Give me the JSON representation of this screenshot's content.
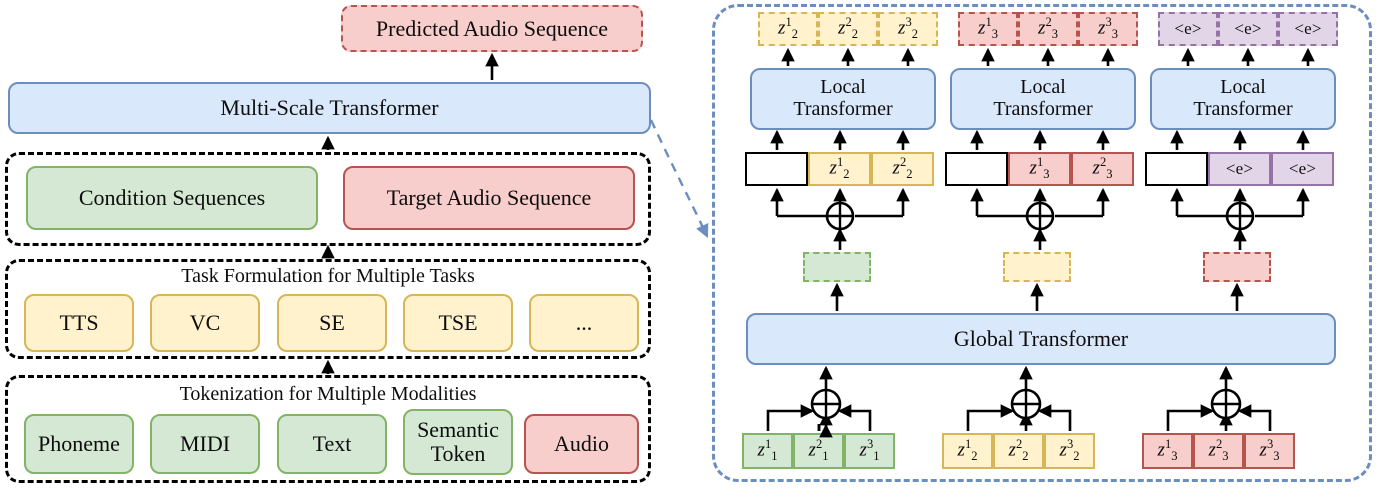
{
  "colors": {
    "green_fill": "#d5e8d4",
    "green_border": "#82b366",
    "red_fill": "#f8cecc",
    "red_border": "#b85450",
    "blue_fill": "#dae8fc",
    "blue_border": "#6c8ebf",
    "yellow_fill": "#fff2cc",
    "yellow_border": "#d6b656",
    "purple_fill": "#e1d5e7",
    "purple_border": "#9673a6",
    "black": "#000000",
    "white": "#ffffff"
  },
  "left": {
    "predicted_box": {
      "label": "Predicted Audio Sequence"
    },
    "multiscale_box": {
      "label": "Multi-Scale Transformer"
    },
    "sequence_group": {
      "items": [
        {
          "label": "Condition Sequences",
          "color": "green"
        },
        {
          "label": "Target Audio Sequence",
          "color": "red"
        }
      ]
    },
    "task_group": {
      "title": "Task Formulation for Multiple Tasks",
      "items": [
        {
          "label": "TTS"
        },
        {
          "label": "VC"
        },
        {
          "label": "SE"
        },
        {
          "label": "TSE"
        },
        {
          "label": "..."
        }
      ]
    },
    "token_group": {
      "title": "Tokenization for Multiple Modalities",
      "items": [
        {
          "label": "Phoneme",
          "color": "green"
        },
        {
          "label": "MIDI",
          "color": "green"
        },
        {
          "label": "Text",
          "color": "green"
        },
        {
          "label": "Semantic Token",
          "color": "green"
        },
        {
          "label": "Audio",
          "color": "red"
        }
      ]
    }
  },
  "right": {
    "global_transformer": {
      "label": "Global Transformer"
    },
    "local_transformer_label_line1": "Local",
    "local_transformer_label_line2": "Transformer",
    "columns": [
      {
        "id": "col1",
        "output_tokens": [
          {
            "base": "z",
            "sub": "2",
            "sup": "1"
          },
          {
            "base": "z",
            "sub": "2",
            "sup": "2"
          },
          {
            "base": "z",
            "sub": "2",
            "sup": "3"
          }
        ],
        "output_color": "yellow",
        "input_tokens": [
          {
            "base": "",
            "sub": "",
            "sup": "",
            "blank": true
          },
          {
            "base": "z",
            "sub": "2",
            "sup": "1"
          },
          {
            "base": "z",
            "sub": "2",
            "sup": "2"
          }
        ],
        "input_color": "yellow",
        "hidden_color": "green"
      },
      {
        "id": "col2",
        "output_tokens": [
          {
            "base": "z",
            "sub": "3",
            "sup": "1"
          },
          {
            "base": "z",
            "sub": "3",
            "sup": "2"
          },
          {
            "base": "z",
            "sub": "3",
            "sup": "3"
          }
        ],
        "output_color": "red",
        "input_tokens": [
          {
            "base": "",
            "sub": "",
            "sup": "",
            "blank": true
          },
          {
            "base": "z",
            "sub": "3",
            "sup": "1"
          },
          {
            "base": "z",
            "sub": "3",
            "sup": "2"
          }
        ],
        "input_color": "red",
        "hidden_color": "yellow"
      },
      {
        "id": "col3",
        "output_tokens": [
          {
            "text": "<e>"
          },
          {
            "text": "<e>"
          },
          {
            "text": "<e>"
          }
        ],
        "output_color": "purple",
        "input_tokens": [
          {
            "text": "",
            "blank": true
          },
          {
            "text": "<e>"
          },
          {
            "text": "<e>"
          }
        ],
        "input_color": "purple",
        "hidden_color": "red"
      }
    ],
    "bottom_sequences": [
      {
        "color": "green",
        "tokens": [
          {
            "base": "z",
            "sub": "1",
            "sup": "1"
          },
          {
            "base": "z",
            "sub": "1",
            "sup": "2"
          },
          {
            "base": "z",
            "sub": "1",
            "sup": "3"
          }
        ]
      },
      {
        "color": "yellow",
        "tokens": [
          {
            "base": "z",
            "sub": "2",
            "sup": "1"
          },
          {
            "base": "z",
            "sub": "2",
            "sup": "2"
          },
          {
            "base": "z",
            "sub": "2",
            "sup": "3"
          }
        ]
      },
      {
        "color": "red",
        "tokens": [
          {
            "base": "z",
            "sub": "3",
            "sup": "1"
          },
          {
            "base": "z",
            "sub": "3",
            "sup": "2"
          },
          {
            "base": "z",
            "sub": "3",
            "sup": "3"
          }
        ]
      }
    ],
    "operator_symbol": "⊕"
  }
}
